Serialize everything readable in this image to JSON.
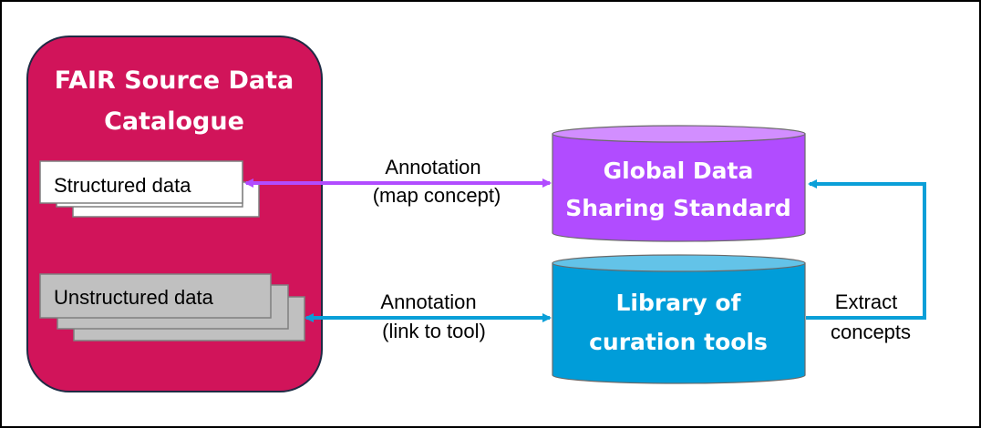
{
  "catalogue": {
    "title_line1": "FAIR Source Data",
    "title_line2": "Catalogue",
    "structured_label": "Structured data",
    "unstructured_label": "Unstructured data"
  },
  "standard": {
    "line1": "Global Data",
    "line2": "Sharing Standard"
  },
  "library": {
    "line1": "Library of",
    "line2": "curation tools"
  },
  "edges": {
    "annotation_map_line1": "Annotation",
    "annotation_map_line2": "(map concept)",
    "annotation_link_line1": "Annotation",
    "annotation_link_line2": "(link to tool)",
    "extract_line1": "Extract",
    "extract_line2": "concepts"
  },
  "colors": {
    "catalogue_fill": "#D1145A",
    "catalogue_border": "#1F2A44",
    "structured_fill": "#FFFFFF",
    "unstructured_fill": "#C0C0C0",
    "doc_border": "#7F7F7F",
    "standard_fill": "#B14CFF",
    "standard_top": "#D28EFF",
    "library_fill": "#009DD9",
    "library_top": "#63C3E8",
    "purple_arrow": "#B14CFF",
    "blue_arrow": "#0A9FD8"
  }
}
